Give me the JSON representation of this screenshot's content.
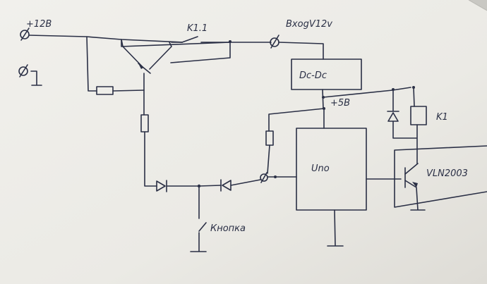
{
  "diagram": {
    "labels": {
      "supply": "+12B",
      "relay_contact": "K1.1",
      "input": "BxogV12v",
      "converter": "Dc-Dc",
      "rail": "+5B",
      "mcu": "Uno",
      "relay_coil": "K1",
      "driver": "VLN2003",
      "button": "Кнопка"
    },
    "colors": {
      "paper": "#ecebe6",
      "shadow": "#b9b8b3",
      "ink": "#2a2f45"
    }
  }
}
